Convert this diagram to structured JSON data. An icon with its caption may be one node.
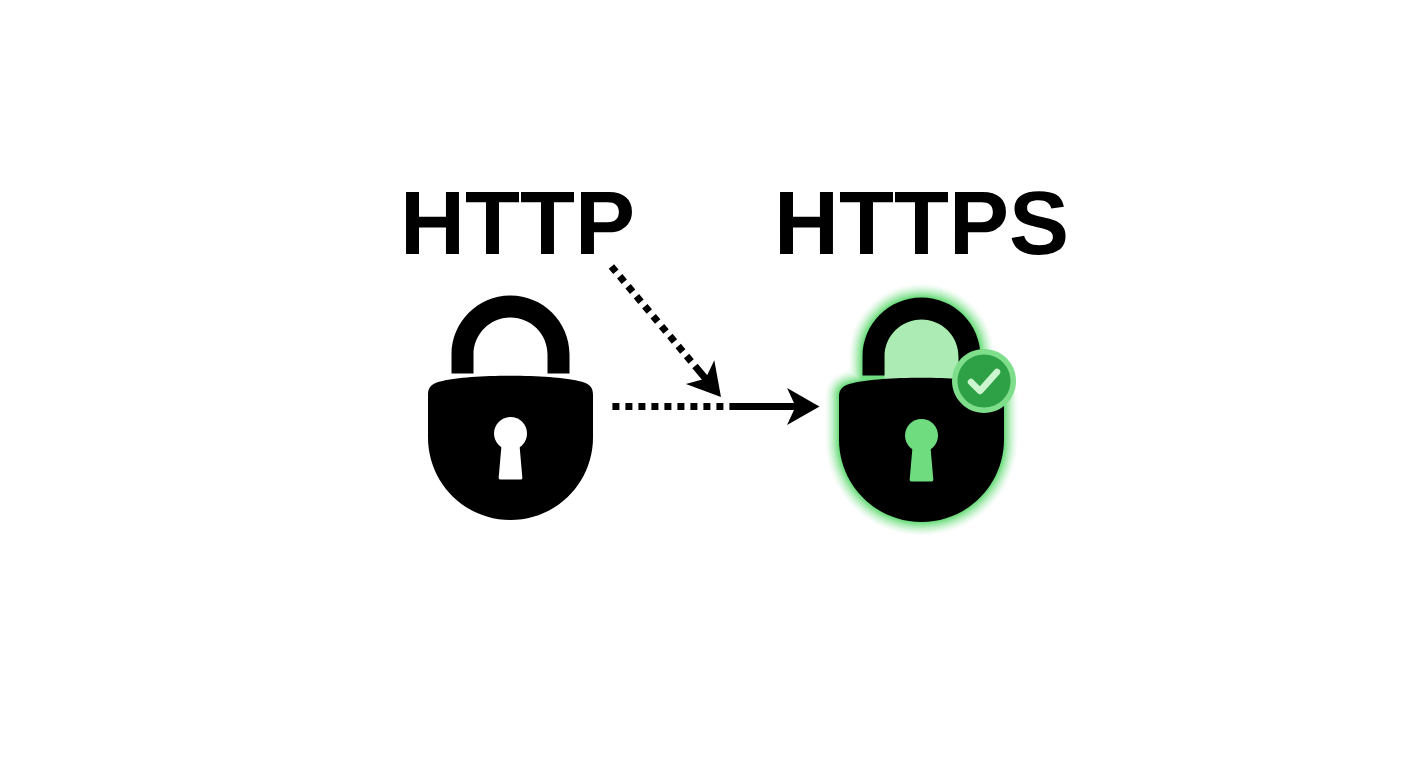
{
  "diagram": {
    "nodes": [
      {
        "text": [
          "HTTP"
        ]
      },
      {
        "text": [],
        "shape": "picture"
      },
      {
        "text": [],
        "shape": "picture"
      }
    ],
    "edges": [
      {
        "from": 0,
        "to": null,
        "arrow": "to",
        "style": "dashed"
      },
      {
        "from": 1,
        "to": 2,
        "arrow": "to",
        "style": "dashed"
      }
    ],
    "labels": [
      "HTTPS"
    ]
  }
}
